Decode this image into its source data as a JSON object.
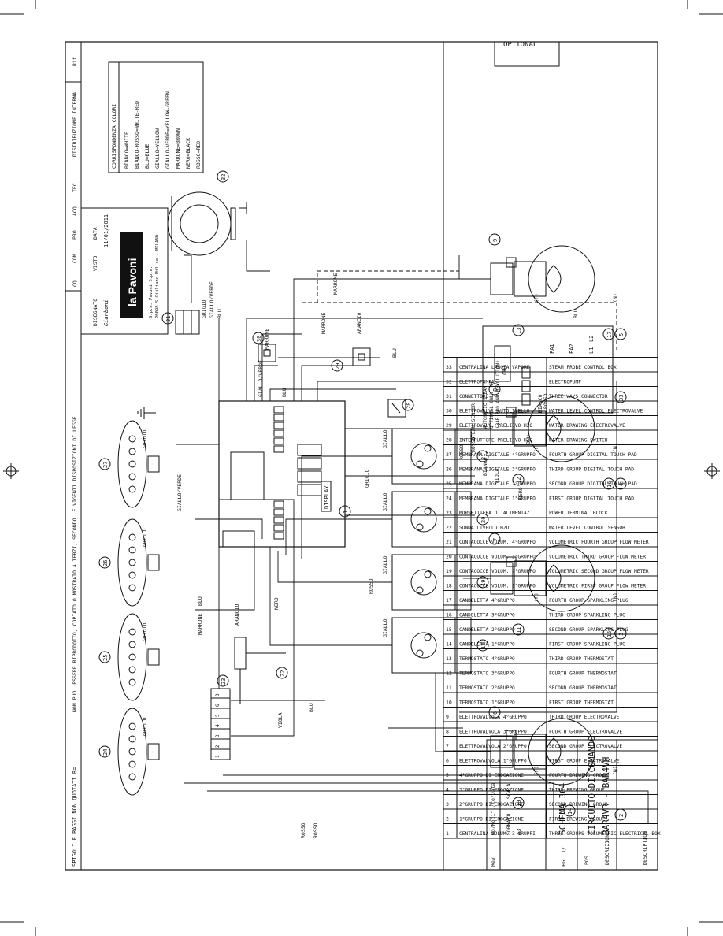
{
  "title_block": {
    "model": "BAR4VR - BAR4VH",
    "subtitle": "CIRCUITO DI COMANDO",
    "scheme": "SCHEMA 364",
    "sheet": "FG. 1/1",
    "scale_label": "SCALA",
    "scale_value": "/",
    "format_label": "FORMATO",
    "format_value": "A3",
    "rev_label": "Rev",
    "modif_label": "No/Modif./to/Data",
    "drawn_label": "DISEGNATO",
    "drawn_by": "Gianboni",
    "seen_label": "VISTO",
    "date_label": "DATA",
    "date_value": "11/01/2011",
    "brand": "la Pavoni",
    "company_line1": "S.p.a. Pavoni S.p.a.",
    "company_line2": "20098 S.Giuliano Mil.se - MILANO",
    "pos_label": "POS",
    "desc_label": "DESCRIZIONE",
    "desc_en_label": "DESCRIPTION"
  },
  "bottom_notes": {
    "distribution": "DISTRIBUZIONE INTERNA",
    "flags": [
      "TEC",
      "ACQ",
      "PRO",
      "COM",
      "CQ"
    ],
    "copyright": "NON PUO' ESSERE RIPRODOTTO, COPIATO O MOSTRATO A TERZI, SECONDO LE VIGENTI DISPOSIZIONI DI LEGGE",
    "tolerance": "SPIGOLI E RAGGI NON QUOTATI R=",
    "ref": "Rif."
  },
  "optional_label": "OPTIONAL",
  "parts": [
    {
      "pos": "33",
      "it": "CENTRALINA LANCIA VAPORE",
      "en": "STEAM PROBE CONTROL BOX"
    },
    {
      "pos": "32",
      "it": "ELETTROPOMPA",
      "en": "ELECTROPUMP"
    },
    {
      "pos": "31",
      "it": "CONNETTORE",
      "en": "THREE WAYS CONNECTOR"
    },
    {
      "pos": "30",
      "it": "ELETTROVALV. AUTOLIVELLO",
      "en": "WATER LEVEL CONTROL ELECTROVALVE"
    },
    {
      "pos": "29",
      "it": "ELETTROVALV. PRELIEVO H2O",
      "en": "WATER DRAWING ELECTROVALVE"
    },
    {
      "pos": "28",
      "it": "INTERRUTTORE PRELIEVO H2O",
      "en": "WATER DRAWING SWITCH"
    },
    {
      "pos": "27",
      "it": "MEMBRANA DIGITALE 4°GRUPPO",
      "en": "FOURTH GROUP DIGITAL TOUCH PAD"
    },
    {
      "pos": "26",
      "it": "MEMBRANA DIGITALE 3°GRUPPO",
      "en": "THIRD GROUP DIGITAL TOUCH PAD"
    },
    {
      "pos": "25",
      "it": "MEMBRANA DIGITALE 2°GRUPPO",
      "en": "SECOND GROUP DIGITAL TOUCH PAD"
    },
    {
      "pos": "24",
      "it": "MEMBRANA DIGITALE 1°GRUPPO",
      "en": "FIRST GROUP DIGITAL TOUCH PAD"
    },
    {
      "pos": "23",
      "it": "MORSETTIERA DI ALIMENTAZ.",
      "en": "POWER TERMINAL BLOCK"
    },
    {
      "pos": "22",
      "it": "SONDA LIVELLO H2O",
      "en": "WATER LEVEL CONTROL SENSOR"
    },
    {
      "pos": "21",
      "it": "CONTACOCCE VOLUM. 4°GRUPPO",
      "en": "VOLUMETRIC FOURTH GROUP FLOW METER"
    },
    {
      "pos": "20",
      "it": "CONTACOCCE VOLUM. 3°GRUPPO",
      "en": "VOLUMETRIC THIRD GROUP FLOW METER"
    },
    {
      "pos": "19",
      "it": "CONTACOCCE VOLUM. 2°GRUPPO",
      "en": "VOLUMETRIC SECOND GROUP FLOW METER"
    },
    {
      "pos": "18",
      "it": "CONTACOCCE VOLUM. 1°GRUPPO",
      "en": "VOLUMETRIC FIRST GROUP FLOW METER"
    },
    {
      "pos": "17",
      "it": "CANDELETTA 4°GRUPPO",
      "en": "FOURTH GROUP SPARKLING PLUG"
    },
    {
      "pos": "16",
      "it": "CANDELETTA 3°GRUPPO",
      "en": "THIRD GROUP SPARKLING PLUG"
    },
    {
      "pos": "15",
      "it": "CANDELETTA 2°GRUPPO",
      "en": "SECOND GROUP SPARKLING PLUG"
    },
    {
      "pos": "14",
      "it": "CANDELETTA 1°GRUPPO",
      "en": "FIRST GROUP SPARKLING PLUG"
    },
    {
      "pos": "13",
      "it": "TERMOSTATO 4°GRUPPO",
      "en": "THIRD GROUP THERMOSTAT"
    },
    {
      "pos": "12",
      "it": "TERMOSTATO 3°GRUPPO",
      "en": "FOURTH GROUP THERMOSTAT"
    },
    {
      "pos": "11",
      "it": "TERMOSTATO 2°GRUPPO",
      "en": "SECOND GROUP THERMOSTAT"
    },
    {
      "pos": "10",
      "it": "TERMOSTATO 1°GRUPPO",
      "en": "FIRST GROUP THERMOSTAT"
    },
    {
      "pos": "9",
      "it": "ELETTROVALVOLA 4°GRUPPO",
      "en": "THIRD GROUP ELECTROVALVE"
    },
    {
      "pos": "8",
      "it": "ELETTROVALVOLA 3°GRUPPO",
      "en": "FOURTH GROUP ELECTROVALVE"
    },
    {
      "pos": "7",
      "it": "ELETTROVALVOLA 2°GRUPPO",
      "en": "SECOND GROUP ELECTROVALVE"
    },
    {
      "pos": "6",
      "it": "ELETTROVALVOLA 1°GRUPPO",
      "en": "FIRST GROUP ELECTROVALVE"
    },
    {
      "pos": "5",
      "it": "4°GRUPPO DI EROGAZIONE",
      "en": "FOURTH BREWING GROUP"
    },
    {
      "pos": "4",
      "it": "3°GRUPPO DI EROGAZIONE",
      "en": "THIRD BREWING GROUP"
    },
    {
      "pos": "3",
      "it": "2°GRUPPO DI EROGAZIONE",
      "en": "SECOND BREWING GROUP"
    },
    {
      "pos": "2",
      "it": "1°GRUPPO DI EROGAZIONE",
      "en": "FIRST BREWING GROUP"
    },
    {
      "pos": "1",
      "it": "CENTRALINA VOLUM. 3 GRUPPI",
      "en": "THREE GROUPS VOLUMETRIC ELECTRICAL BOX"
    }
  ],
  "color_legend": {
    "title": "CORRISPONDENZA COLORI",
    "items": [
      "BIANCO=WHITE",
      "BIANCO-ROSSO=WHITE-RED",
      "BLU=BLUE",
      "GIALLO=YELLOW",
      "GIALLO-VERDE=YELLOW-GREEN",
      "MARRONE=BROWN",
      "NERO=BLACK",
      "ROSSO=RED"
    ]
  },
  "wire_labels": {
    "grigio": "GRIGIO",
    "giallo_verde": "GIALLO/VERDE",
    "blu": "BLU",
    "marrone": "MARRONE",
    "bianco": "BIANCO",
    "arancio": "ARANCIO",
    "rosso": "ROSSO",
    "nero": "NERO",
    "viola": "VIOLA",
    "giallo": "GIALLO",
    "display": "DISPLAY",
    "steam_sensor": "STEAM SENSOR",
    "automatic_steam": "AUTOMATIC STEAM",
    "optional_for": "OPTIONAL ONLY FOR",
    "bar_pro": "(BAR PRO AND REVOLUTION)",
    "ch1": "CH1",
    "fa1": "FA1",
    "fa2": "FA2",
    "l1": "L1",
    "l2": "L2",
    "f": "(F)",
    "n": "(N)"
  },
  "callouts": [
    "1",
    "2",
    "3",
    "4",
    "5",
    "6",
    "7",
    "8",
    "9",
    "10",
    "11",
    "12",
    "13",
    "14",
    "15",
    "16",
    "17",
    "18",
    "19",
    "20",
    "21",
    "22",
    "23",
    "24",
    "25",
    "26",
    "27",
    "28",
    "29",
    "30",
    "31",
    "32",
    "33"
  ],
  "terminal_labels": [
    "0",
    "6",
    "5",
    "4",
    "3",
    "2",
    "1"
  ]
}
